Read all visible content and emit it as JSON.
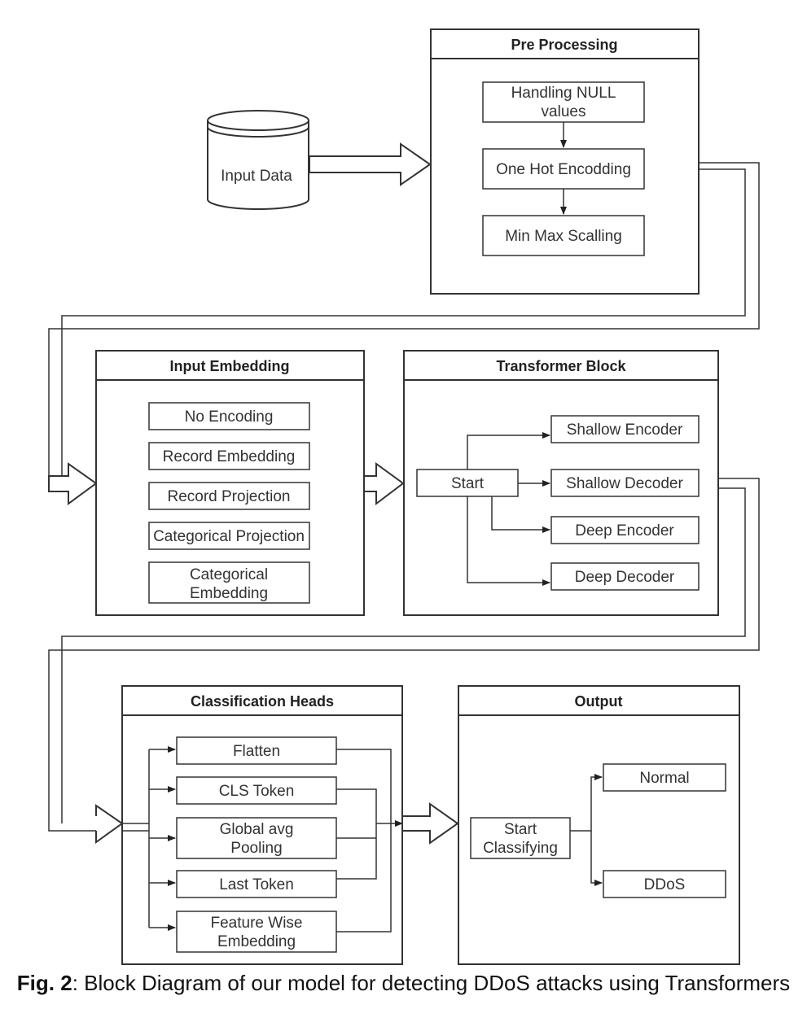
{
  "input": {
    "label": "Input Data"
  },
  "preprocessing": {
    "title": "Pre Processing",
    "steps": [
      {
        "lines": [
          "Handling NULL",
          "values"
        ]
      },
      {
        "lines": [
          "One Hot Encodding"
        ]
      },
      {
        "lines": [
          "Min Max Scalling"
        ]
      }
    ]
  },
  "embedding": {
    "title": "Input Embedding",
    "items": [
      {
        "lines": [
          "No Encoding"
        ]
      },
      {
        "lines": [
          "Record Embedding"
        ]
      },
      {
        "lines": [
          "Record Projection"
        ]
      },
      {
        "lines": [
          "Categorical Projection"
        ]
      },
      {
        "lines": [
          "Categorical",
          "Embedding"
        ]
      }
    ]
  },
  "transformer": {
    "title": "Transformer Block",
    "start": "Start",
    "items": [
      {
        "lines": [
          "Shallow Encoder"
        ]
      },
      {
        "lines": [
          "Shallow Decoder"
        ]
      },
      {
        "lines": [
          "Deep Encoder"
        ]
      },
      {
        "lines": [
          "Deep Decoder"
        ]
      }
    ]
  },
  "heads": {
    "title": "Classification Heads",
    "items": [
      {
        "lines": [
          "Flatten"
        ]
      },
      {
        "lines": [
          "CLS Token"
        ]
      },
      {
        "lines": [
          "Global avg",
          "Pooling"
        ]
      },
      {
        "lines": [
          "Last Token"
        ]
      },
      {
        "lines": [
          "Feature Wise",
          "Embedding"
        ]
      }
    ]
  },
  "output": {
    "title": "Output",
    "start": [
      "Start",
      "Classifying"
    ],
    "items": [
      {
        "lines": [
          "Normal"
        ]
      },
      {
        "lines": [
          "DDoS"
        ]
      }
    ]
  },
  "caption": {
    "label": "Fig. 2",
    "text": ": Block Diagram of our model for detecting DDoS attacks using Transformers"
  },
  "colors": {
    "stroke": "#333333",
    "fill": "#ffffff",
    "text": "#333333"
  }
}
